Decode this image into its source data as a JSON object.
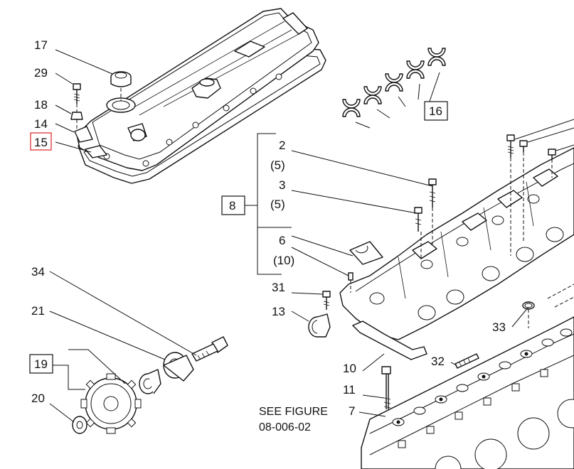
{
  "diagram": {
    "labels": {
      "l17": "17",
      "l29": "29",
      "l18": "18",
      "l14": "14",
      "l15": "15",
      "l16": "16",
      "l2": "2",
      "l2q": "(5)",
      "l3": "3",
      "l3q": "(5)",
      "l8": "8",
      "l6": "6",
      "l6q": "(10)",
      "l31": "31",
      "l13": "13",
      "l34": "34",
      "l21": "21",
      "l19": "19",
      "l20": "20",
      "l33": "33",
      "l32": "32",
      "l10": "10",
      "l11": "11",
      "l7": "7"
    },
    "see_figure": {
      "line1": "SEE FIGURE",
      "line2": "08-006-02"
    },
    "highlight_color": "#dd2222"
  }
}
